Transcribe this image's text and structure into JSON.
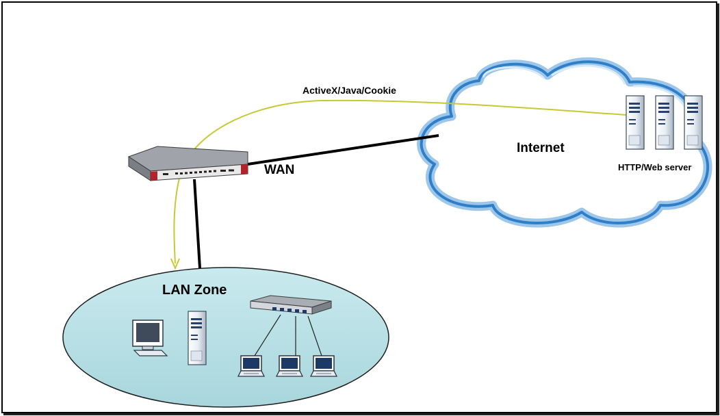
{
  "labels": {
    "activex": "ActiveX/Java/Cookie",
    "internet": "Internet",
    "wan": "WAN",
    "web_server": "HTTP/Web server",
    "lan_zone": "LAN Zone"
  },
  "colors": {
    "cloud_fill": "#ffffff",
    "cloud_outline": "#2f7fc8",
    "cloud_rim": "#9cc6ea",
    "lan_fill": "#b7dfe3",
    "content_path": "#c8c832",
    "cable": "#000000",
    "firewall_accent": "#b3232b"
  },
  "icons": [
    "firewall-device-icon",
    "web-server-icon",
    "desktop-computer-icon",
    "tower-server-icon",
    "network-switch-icon",
    "laptop-icon"
  ]
}
